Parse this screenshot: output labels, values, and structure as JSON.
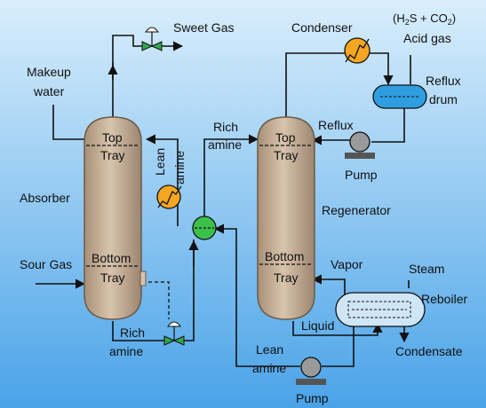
{
  "colors": {
    "background_top": "#d9eefc",
    "background_bottom": "#4aa3e8",
    "column_fill": "#c9b29a",
    "column_stroke": "#6d5a48",
    "heat_exchanger_fill": "#f5a623",
    "mixer_fill": "#3cc04a",
    "reflux_drum_fill": "#2f9ee0",
    "pump_fill": "#9a9a9a",
    "valve_fill": "#2fa84f"
  },
  "labels": {
    "sweet_gas": "Sweet Gas",
    "condenser": "Condenser",
    "acid_formula_open": "(H",
    "acid_formula_sub1": "2",
    "acid_formula_mid": "S + CO",
    "acid_formula_sub2": "2",
    "acid_formula_close": ")",
    "acid_gas": "Acid gas",
    "makeup_line1": "Makeup",
    "makeup_line2": "water",
    "reflux_drum_line1": "Reflux",
    "reflux_drum_line2": "drum",
    "rich_amine_top_line1": "Rich",
    "rich_amine_top_line2": "amine",
    "reflux": "Reflux",
    "lean_amine_vertical_line1": "Lean",
    "lean_amine_vertical_line2": "amine",
    "absorber_top_tray_line1": "Top",
    "absorber_top_tray_line2": "Tray",
    "regen_top_tray_line1": "Top",
    "regen_top_tray_line2": "Tray",
    "pump_top": "Pump",
    "absorber": "Absorber",
    "regenerator": "Regenerator",
    "sour_gas": "Sour Gas",
    "absorber_bottom_tray_line1": "Bottom",
    "absorber_bottom_tray_line2": "Tray",
    "regen_bottom_tray_line1": "Bottom",
    "regen_bottom_tray_line2": "Tray",
    "vapor": "Vapor",
    "steam": "Steam",
    "reboiler": "Reboiler",
    "liquid": "Liquid",
    "rich_amine_bottom_line1": "Rich",
    "rich_amine_bottom_line2": "amine",
    "lean_amine_bottom_line1": "Lean",
    "lean_amine_bottom_line2": "amine",
    "condensate": "Condensate",
    "pump_bottom": "Pump"
  }
}
